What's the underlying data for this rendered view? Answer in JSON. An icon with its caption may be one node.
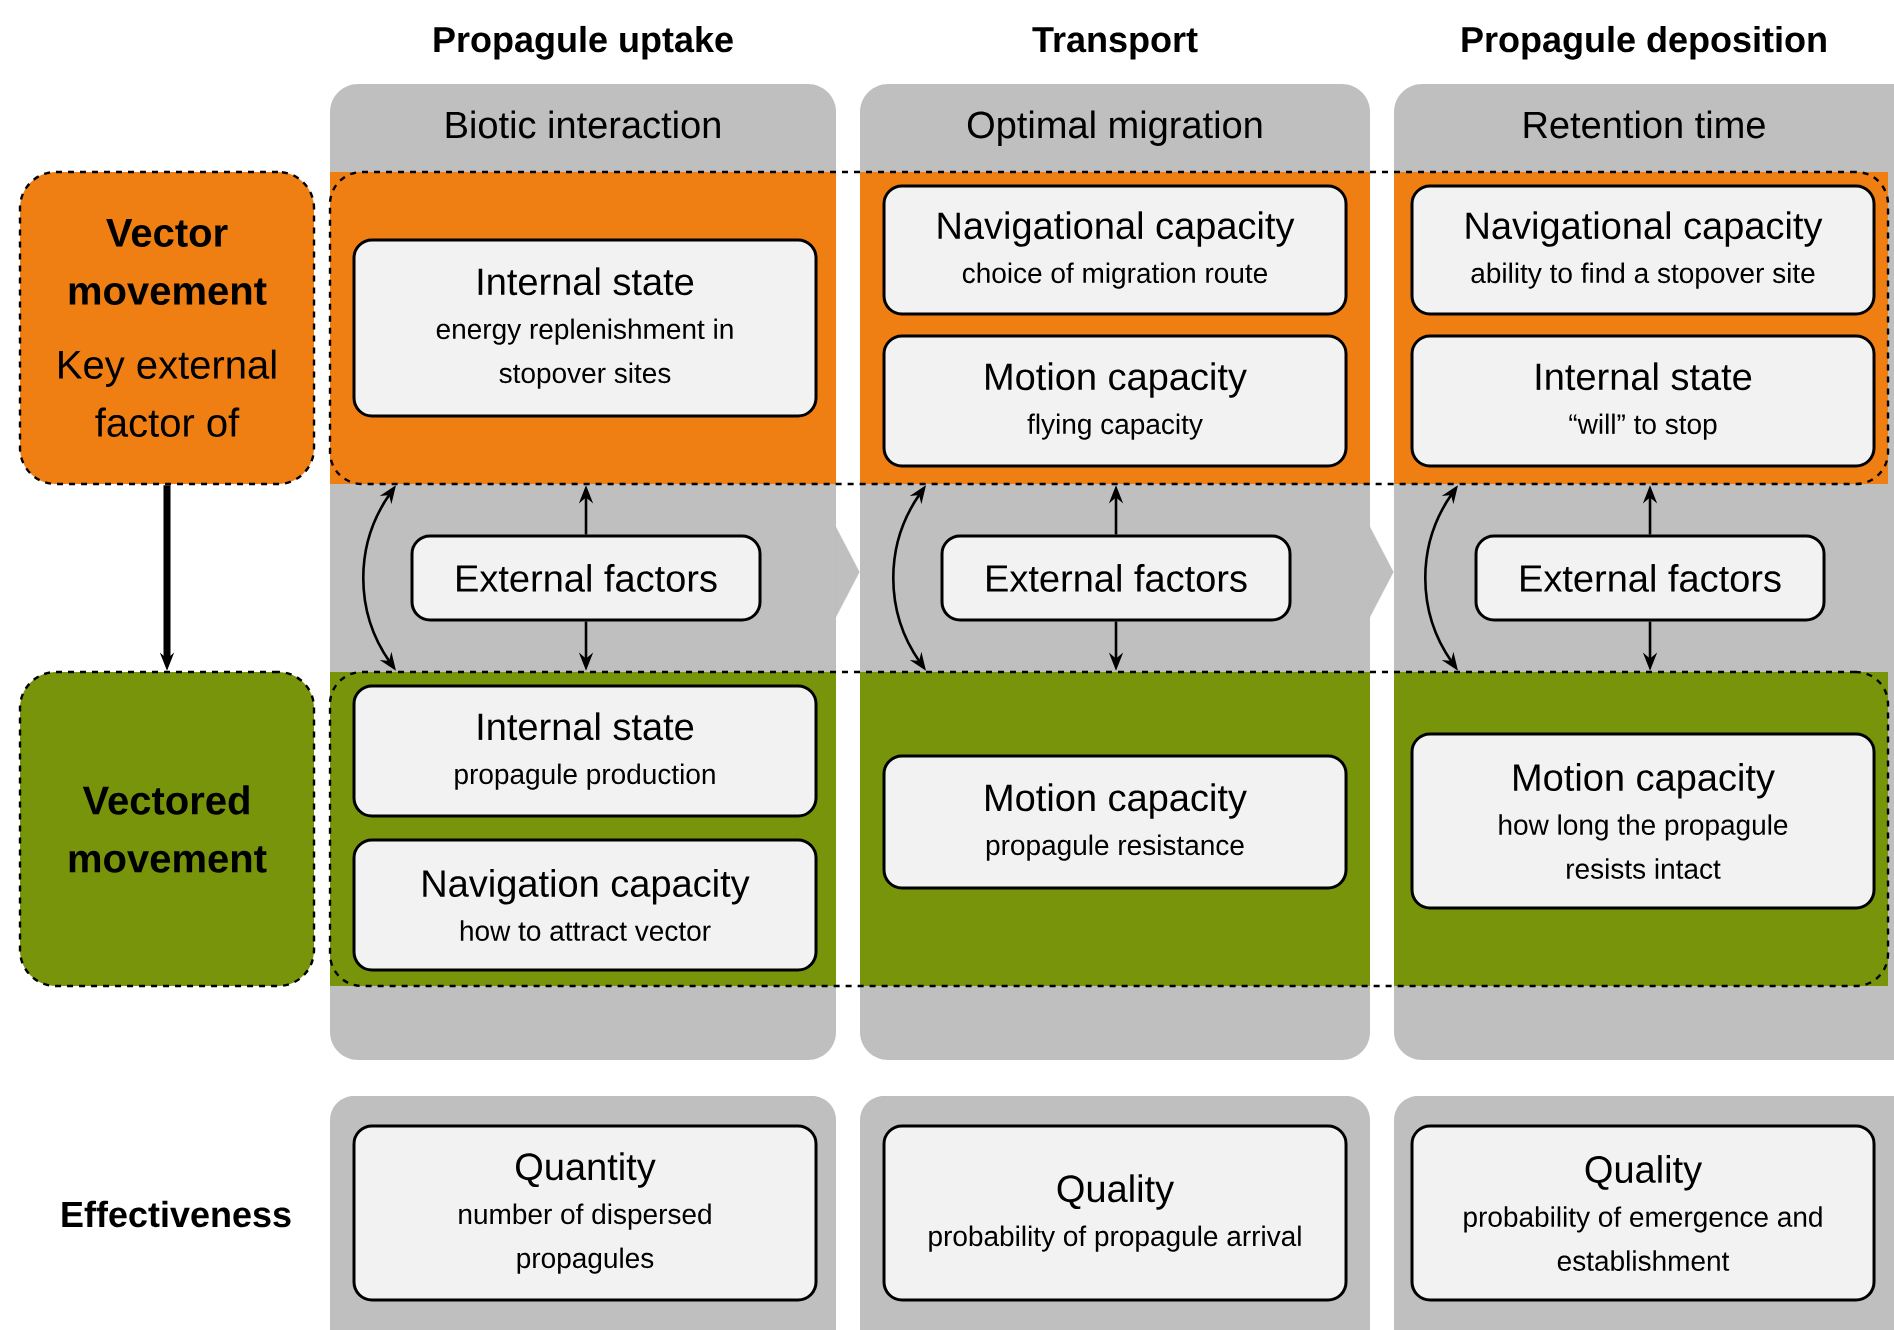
{
  "diagram": {
    "nodes": [
      {
        "text": [
          "Propagule uptake",
          "Biotic interaction"
        ]
      },
      {
        "text": [
          "Transport",
          "Optimal migration"
        ]
      },
      {
        "text": [
          "Propagule deposition",
          "Retention time"
        ]
      },
      {
        "text": [
          "Vector movement",
          "Key external factor of"
        ]
      },
      {
        "text": [],
        "shape": "box"
      },
      {
        "text": [
          "Internal state",
          "energy replenishment in stopover sites"
        ]
      },
      {
        "text": [
          "Navigational capacity",
          "choice of migration route"
        ]
      },
      {
        "text": [
          "Motion capacity",
          "flying capacity"
        ]
      },
      {
        "text": [
          "Navigational capacity",
          "ability to find a stopover site"
        ]
      },
      {
        "text": [
          "Internal state",
          "“will” to stop"
        ]
      },
      {
        "text": [
          "External factors"
        ],
        "in": 0
      },
      {
        "text": [
          "External factors"
        ],
        "in": 1
      },
      {
        "text": [
          "External factors"
        ],
        "in": 2
      },
      {
        "text": [
          "Vectored movement"
        ]
      },
      {
        "text": [],
        "shape": "box"
      },
      {
        "text": [
          "Internal state",
          "propagule production"
        ]
      },
      {
        "text": [
          "Navigation capacity",
          "how to attract vector"
        ]
      },
      {
        "text": [
          "Motion capacity",
          "propagule resistance"
        ]
      },
      {
        "text": [
          "Motion capacity",
          "how long the propagule resists intact"
        ]
      },
      {
        "text": [
          "Quantity",
          "number of dispersed propagules"
        ]
      },
      {
        "text": [
          "Quality",
          "probability of propagule arrival"
        ]
      },
      {
        "text": [
          "Quality",
          "probability of emergence and establishment"
        ]
      }
    ],
    "edges": [
      {
        "from": 3,
        "to": 13,
        "arrow": "to",
        "style": "thick"
      },
      {
        "from": 0,
        "to": 1,
        "arrow": "to",
        "color": "#bfbfbf"
      },
      {
        "from": 1,
        "to": 2,
        "arrow": "to",
        "color": "#bfbfbf"
      },
      {
        "from": 4,
        "to": 14,
        "arrow": "both"
      },
      {
        "from": 10,
        "to": 4,
        "arrow": "to"
      },
      {
        "from": 10,
        "to": 14,
        "arrow": "to"
      },
      {
        "from": 4,
        "to": 14,
        "arrow": "both"
      },
      {
        "from": 11,
        "to": 4,
        "arrow": "to"
      },
      {
        "from": 11,
        "to": 14,
        "arrow": "to"
      },
      {
        "from": 4,
        "to": 14,
        "arrow": "both"
      },
      {
        "from": 12,
        "to": 4,
        "arrow": "to"
      },
      {
        "from": 12,
        "to": 14,
        "arrow": "to"
      }
    ],
    "labels": [
      "Effectiveness"
    ]
  }
}
